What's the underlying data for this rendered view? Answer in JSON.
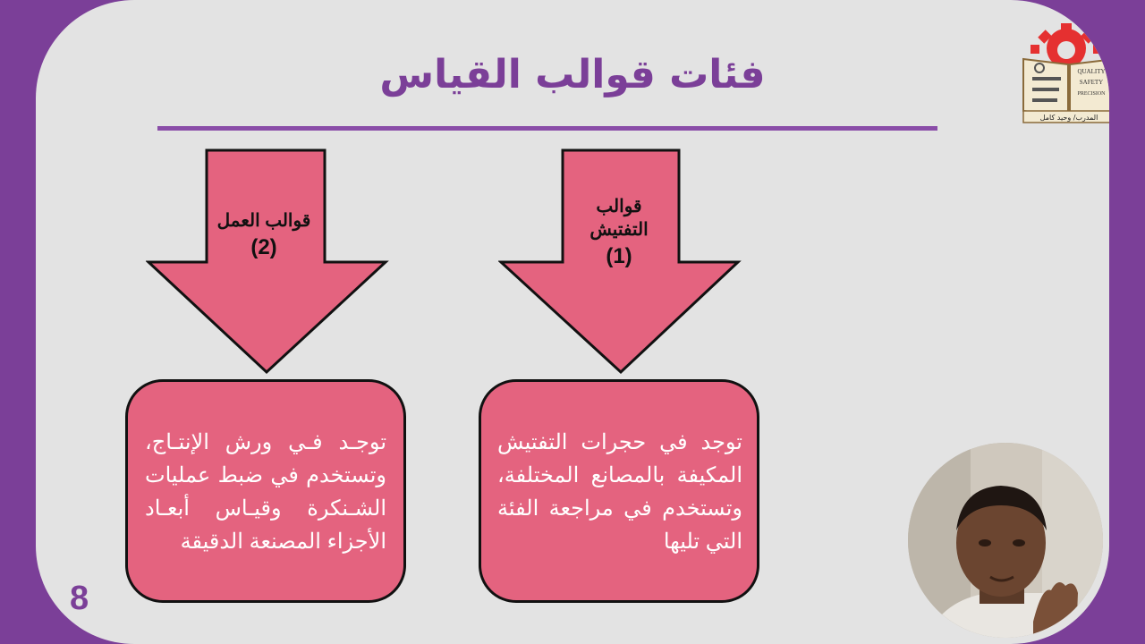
{
  "slide": {
    "title": "فئات قوالب القياس",
    "page_number": "8",
    "accent_color": "#7b3f98",
    "arrow_color": "#e4637f"
  },
  "categories": [
    {
      "label_line1": "قوالب",
      "label_line2": "التفتيش",
      "number": "(1)",
      "description": "توجد في حجرات التفتيش المكيفة بالمصانع المختلفة، وتستخدم في مراجعة الفئة التي تليها"
    },
    {
      "label_line1": "قوالب العمل",
      "label_line2": "",
      "number": "(2)",
      "description": "توجـد فـي ورش الإنتـاج، وتستخدم في ضبط عمليات الشـنكرة وقيـاس أبعـاد الأجزاء المصنعة الدقيقة"
    }
  ],
  "logo": {
    "line1": "QUALITY",
    "line2": "SAFETY",
    "line3": "PRECISION",
    "caption": "المدرب/ وحيد كامل",
    "icon": "gear-book-logo-icon"
  },
  "webcam": {
    "icon": "presenter-webcam-icon"
  }
}
